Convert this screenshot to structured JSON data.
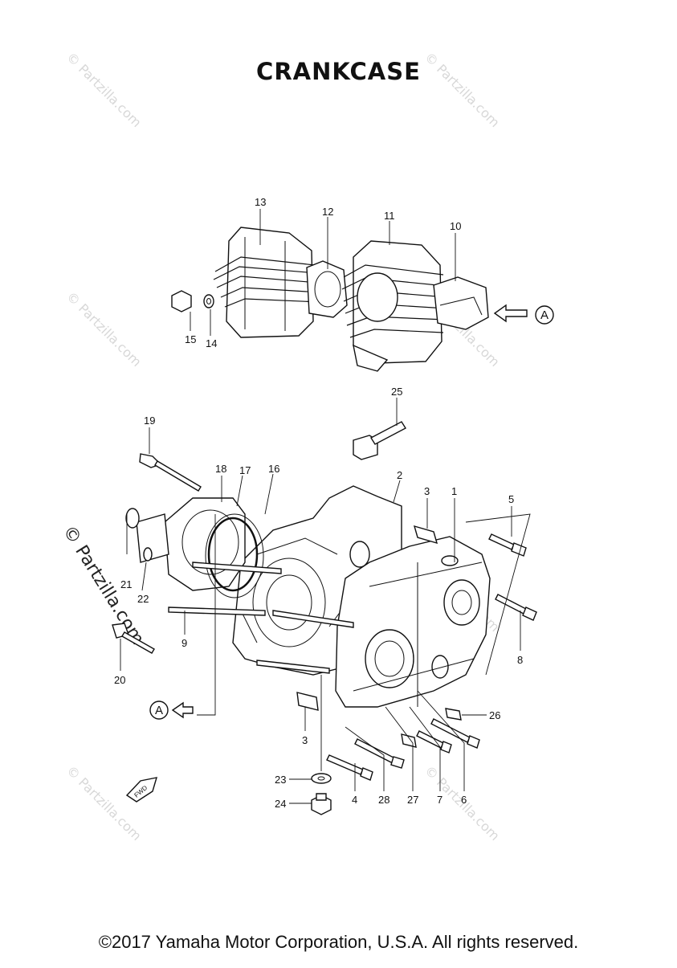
{
  "diagram": {
    "title": "CRANKCASE",
    "copyright": "©2017 Yamaha Motor Corporation, U.S.A. All rights reserved.",
    "watermark": "© Partzilla.com",
    "watermark_side": "© Partzilla.com",
    "ref_label": "A",
    "fwd_label": "FWD",
    "callouts": [
      {
        "id": "c1",
        "label": "1"
      },
      {
        "id": "c2",
        "label": "2"
      },
      {
        "id": "c3a",
        "label": "3"
      },
      {
        "id": "c3b",
        "label": "3"
      },
      {
        "id": "c4",
        "label": "4"
      },
      {
        "id": "c5",
        "label": "5"
      },
      {
        "id": "c6",
        "label": "6"
      },
      {
        "id": "c7",
        "label": "7"
      },
      {
        "id": "c8",
        "label": "8"
      },
      {
        "id": "c9",
        "label": "9"
      },
      {
        "id": "c10",
        "label": "10"
      },
      {
        "id": "c11",
        "label": "11"
      },
      {
        "id": "c12",
        "label": "12"
      },
      {
        "id": "c13",
        "label": "13"
      },
      {
        "id": "c14",
        "label": "14"
      },
      {
        "id": "c15",
        "label": "15"
      },
      {
        "id": "c16",
        "label": "16"
      },
      {
        "id": "c17",
        "label": "17"
      },
      {
        "id": "c18",
        "label": "18"
      },
      {
        "id": "c19",
        "label": "19"
      },
      {
        "id": "c20",
        "label": "20"
      },
      {
        "id": "c21",
        "label": "21"
      },
      {
        "id": "c22",
        "label": "22"
      },
      {
        "id": "c23",
        "label": "23"
      },
      {
        "id": "c24",
        "label": "24"
      },
      {
        "id": "c25",
        "label": "25"
      },
      {
        "id": "c26",
        "label": "26"
      },
      {
        "id": "c27",
        "label": "27"
      },
      {
        "id": "c28",
        "label": "28"
      }
    ]
  }
}
